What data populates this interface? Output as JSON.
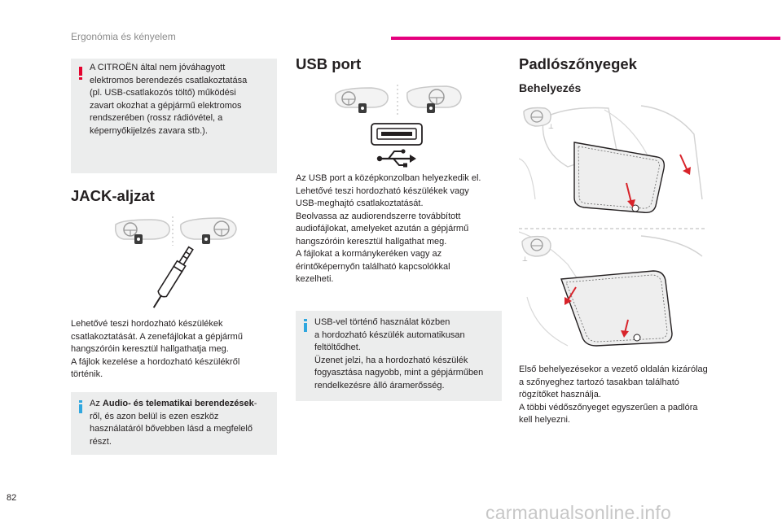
{
  "header": {
    "section_title": "Ergonómia és kényelem"
  },
  "page_number": "82",
  "watermark": "carmanualsonline.info",
  "col1": {
    "warning": {
      "lines": [
        "A CITROËN által nem jóváhagyott",
        "elektromos berendezés csatlakoztatása",
        "(pl. USB-csatlakozós töltő) működési",
        "zavart okozhat a gépjármű elektromos",
        "rendszerében (rossz rádióvétel, a",
        "képernyőkijelzés zavara stb.)."
      ]
    },
    "jack_title": "JACK-aljzat",
    "jack_text": [
      "Lehetővé teszi hordozható készülékek",
      "csatlakoztatását. A zenefájlokat a gépjármű",
      "hangszóróin keresztül hallgathatja meg.",
      "A fájlok kezelése a hordozható készülékről",
      "történik."
    ],
    "info": {
      "prefix": "Az ",
      "bold": "Audio- és telematikai berendezések",
      "line1_suffix": "-",
      "lines": [
        "ről, és azon belül is ezen eszköz",
        "használatáról bővebben lásd a megfelelő",
        "részt."
      ]
    }
  },
  "col2": {
    "usb_title": "USB port",
    "usb_text": [
      "Az USB port a középkonzolban helyezkedik el.",
      "Lehetővé teszi hordozható készülékek vagy",
      "USB-meghajtó csatlakoztatását.",
      "Beolvassa az audiorendszerre továbbított",
      "audiofájlokat, amelyeket azután a gépjármű",
      "hangszóróin keresztül hallgathat meg.",
      "A fájlokat a kormánykeréken vagy az",
      "érintőképernyőn található kapcsolókkal",
      "kezelheti."
    ],
    "info_lines": [
      "USB-vel történő használat közben",
      "a hordozható készülék automatikusan",
      "feltöltődhet.",
      "Üzenet jelzi, ha a hordozható készülék",
      "fogyasztása nagyobb, mint a gépjárműben",
      "rendelkezésre álló áramerősség."
    ]
  },
  "col3": {
    "title": "Padlószőnyegek",
    "subtitle": "Behelyezés",
    "text": [
      "Első behelyezésekor a vezető oldalán kizárólag",
      "a szőnyeghez tartozó tasakban található",
      "rögzítőket használja.",
      "A többi védőszőnyeget egyszerűen a padlóra",
      "kell helyezni."
    ]
  },
  "colors": {
    "accent_pink": "#e5007e",
    "warning_red": "#e4032e",
    "info_blue": "#2fa7df",
    "box_gray": "#eceded",
    "arrow_red": "#d8232a"
  },
  "icons": [
    "steering-wheel-icon",
    "jack-plug-icon",
    "usb-port-icon",
    "usb-symbol-icon",
    "floor-mat-icon",
    "red-arrow-icon"
  ]
}
